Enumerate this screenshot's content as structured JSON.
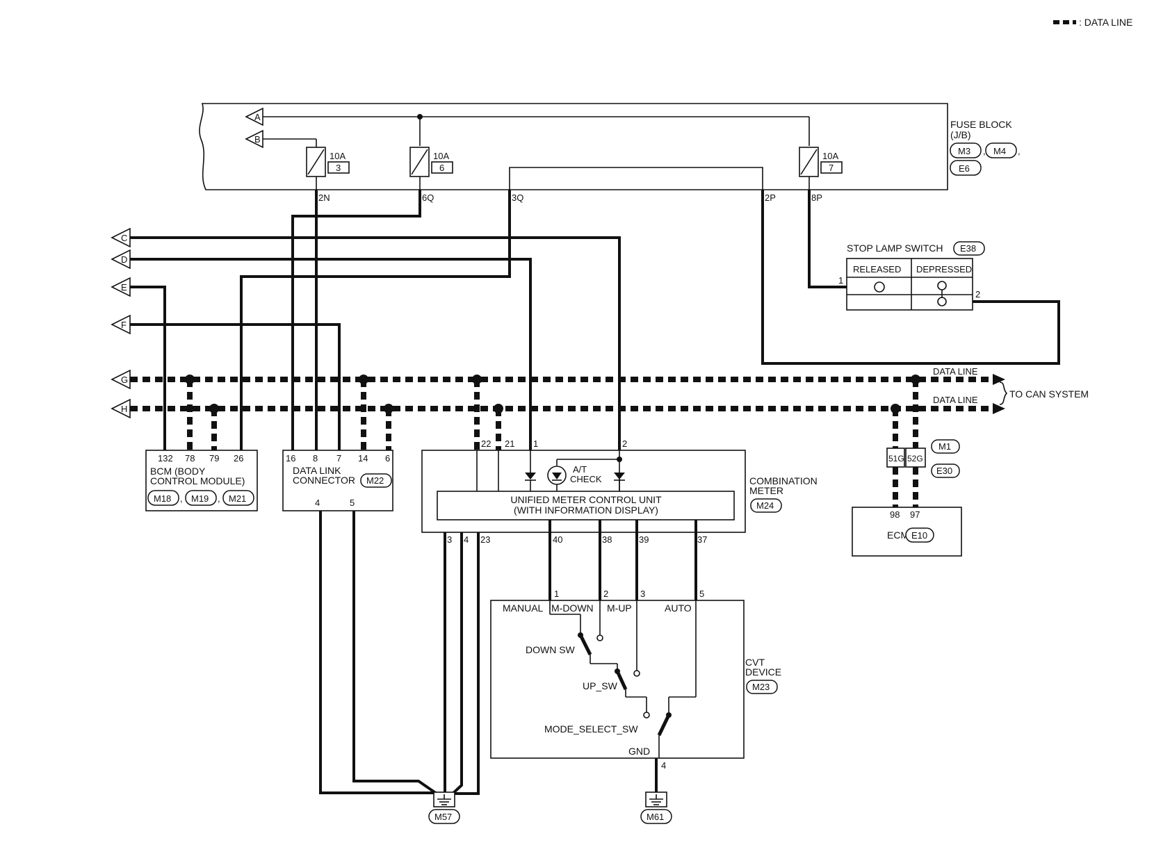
{
  "legend": {
    "text": ": DATA LINE"
  },
  "fuse_block": {
    "title": "FUSE BLOCK",
    "subtitle": "(J/B)",
    "connectors": [
      "M3",
      "M4",
      "E6"
    ],
    "fuses": [
      {
        "rating": "10A",
        "number": "3",
        "terminal": "2N"
      },
      {
        "rating": "10A",
        "number": "6",
        "terminal": "6Q"
      },
      {
        "rating": "10A",
        "number": "7",
        "terminal": "8P"
      }
    ],
    "other_terminals": [
      "3Q",
      "2P"
    ]
  },
  "terminals": [
    "A",
    "B",
    "C",
    "D",
    "E",
    "F",
    "G",
    "H"
  ],
  "stop_lamp_switch": {
    "title": "STOP LAMP SWITCH",
    "connector": "E38",
    "col1": "RELEASED",
    "col2": "DEPRESSED",
    "pin1": "1",
    "pin2": "2"
  },
  "data_lines": {
    "g_label": "DATA LINE",
    "h_label": "DATA LINE",
    "to_can": "TO CAN SYSTEM"
  },
  "bcm": {
    "line1": "BCM (BODY",
    "line2": "CONTROL MODULE)",
    "pins": [
      "132",
      "78",
      "79",
      "26"
    ],
    "connectors": [
      "M18",
      "M19",
      "M21"
    ]
  },
  "dlc": {
    "line1": "DATA LINK",
    "line2": "CONNECTOR",
    "connector": "M22",
    "pins_top": [
      "16",
      "8",
      "7",
      "14",
      "6"
    ],
    "pins_bottom": [
      "4",
      "5"
    ]
  },
  "combination_meter": {
    "line1": "COMBINATION",
    "line2": "METER",
    "connector": "M24",
    "pins_top": [
      "22",
      "21",
      "1",
      "2"
    ],
    "pins_bottom": [
      "3",
      "4",
      "23",
      "40",
      "38",
      "39",
      "37"
    ],
    "at_check_line1": "A/T",
    "at_check_line2": "CHECK",
    "unit_line1": "UNIFIED METER CONTROL UNIT",
    "unit_line2": "(WITH INFORMATION DISPLAY)"
  },
  "ecm": {
    "label": "ECM",
    "connector": "E10",
    "pins": [
      "98",
      "97"
    ],
    "joint_connectors": [
      "M1",
      "E30"
    ],
    "joint_pins": [
      "51G",
      "52G"
    ]
  },
  "cvt_device": {
    "line1": "CVT",
    "line2": "DEVICE",
    "connector": "M23",
    "pins_top": [
      "1",
      "2",
      "3",
      "5"
    ],
    "labels": [
      "MANUAL",
      "M-DOWN",
      "M-UP",
      "AUTO"
    ],
    "down_sw": "DOWN  SW",
    "up_sw": "UP_SW",
    "mode_sw": "MODE_SELECT_SW",
    "gnd": "GND",
    "gnd_pin": "4"
  },
  "grounds": [
    "M57",
    "M61"
  ]
}
